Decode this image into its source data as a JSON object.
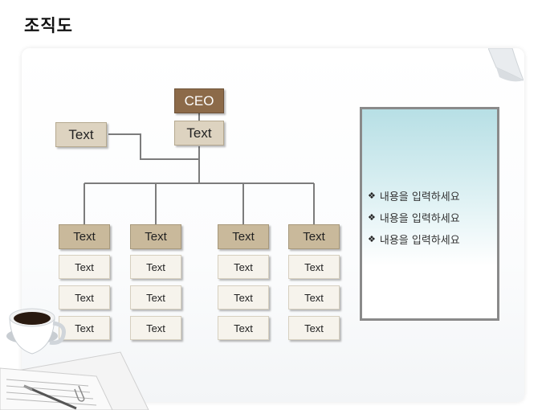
{
  "title": "조직도",
  "chart": {
    "ceo": "CEO",
    "level1": {
      "main": "Text",
      "side": "Text"
    },
    "departments": [
      {
        "head": "Text",
        "members": [
          "Text",
          "Text",
          "Text"
        ]
      },
      {
        "head": "Text",
        "members": [
          "Text",
          "Text",
          "Text"
        ]
      },
      {
        "head": "Text",
        "members": [
          "Text",
          "Text",
          "Text"
        ]
      },
      {
        "head": "Text",
        "members": [
          "Text",
          "Text",
          "Text"
        ]
      }
    ]
  },
  "panel": {
    "bullet_mark": "❖",
    "items": [
      "내용을 입력하세요",
      "내용을 입력하세요",
      "내용을 입력하세요"
    ]
  },
  "colors": {
    "ceo": "#8c6a49",
    "level1": "#ddd3c0",
    "head": "#c9b99b",
    "member": "#f6f3ec",
    "panel_top": "#b7dfe5"
  },
  "decorations": [
    "coffee-cup",
    "paper-documents",
    "pen",
    "paper-clip",
    "page-curl"
  ]
}
